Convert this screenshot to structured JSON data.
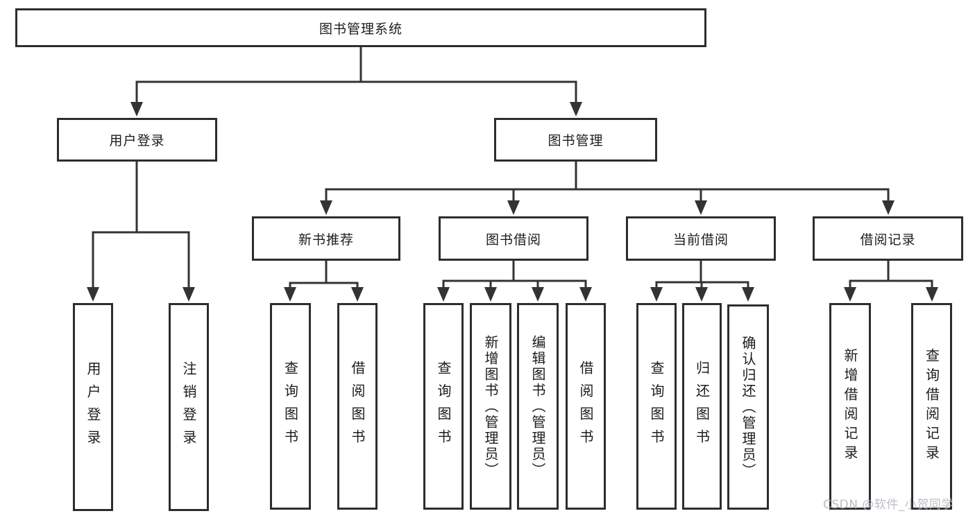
{
  "diagram": {
    "watermark": "CSDN @软件_小贺同学",
    "colors": {
      "line": "#333333",
      "box_border": "#2d2d2d",
      "text": "#1c1c1c",
      "background": "#ffffff",
      "watermark": "#b4b9bf"
    },
    "nodes": {
      "root": {
        "label": "图书管理系统"
      },
      "login": {
        "label": "用户登录"
      },
      "mgmt": {
        "label": "图书管理"
      },
      "recommend": {
        "label": "新书推荐"
      },
      "borrow": {
        "label": "图书借阅"
      },
      "current": {
        "label": "当前借阅"
      },
      "records": {
        "label": "借阅记录"
      },
      "login_user": {
        "label": "用户登录"
      },
      "login_logout": {
        "label": "注销登录"
      },
      "rec_query": {
        "label": "查询图书"
      },
      "rec_borrow": {
        "label": "借阅图书"
      },
      "bor_query": {
        "label": "查询图书"
      },
      "bor_add": {
        "label": "新增图书（管理员）"
      },
      "bor_edit": {
        "label": "编辑图书（管理员）"
      },
      "bor_borrow": {
        "label": "借阅图书"
      },
      "cur_query": {
        "label": "查询图书"
      },
      "cur_return": {
        "label": "归还图书"
      },
      "cur_confirm": {
        "label": "确认归还（管理员）"
      },
      "rec_add_record": {
        "label": "新增借阅记录"
      },
      "rec_query_record": {
        "label": "查询借阅记录"
      }
    }
  }
}
